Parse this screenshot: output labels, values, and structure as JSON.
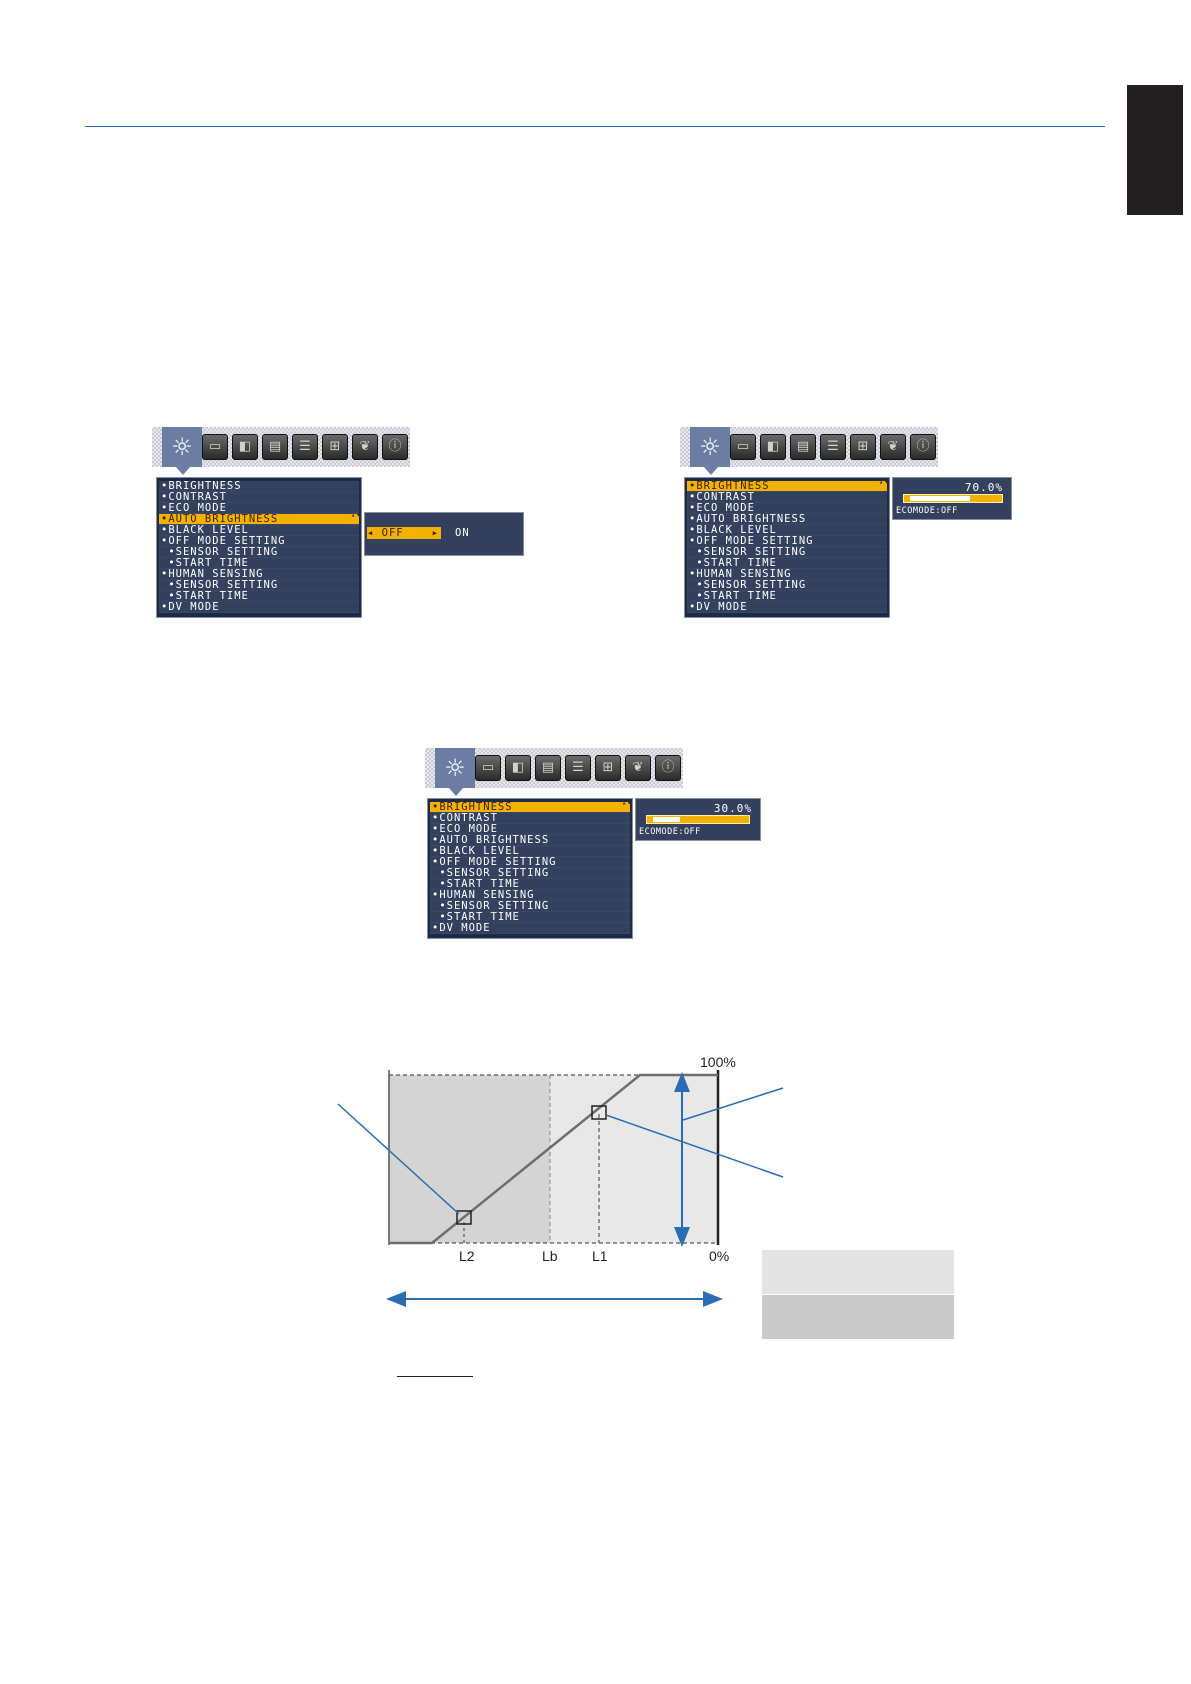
{
  "osd_icons": [
    "sun-icon",
    "picture-icon",
    "split-icon",
    "tray-icon",
    "multi-icon",
    "grid-icon",
    "leaf-icon",
    "info-icon"
  ],
  "menu_items": [
    "BRIGHTNESS",
    "CONTRAST",
    "ECO MODE",
    "AUTO BRIGHTNESS",
    "BLACK LEVEL",
    "OFF MODE SETTING",
    "SENSOR SETTING",
    "START TIME",
    "HUMAN SENSING",
    "SENSOR SETTING",
    "START TIME",
    "DV MODE"
  ],
  "osd1": {
    "selected": "AUTO BRIGHTNESS",
    "option_off": "OFF",
    "option_on": "ON"
  },
  "osd2": {
    "selected": "BRIGHTNESS",
    "value": "70.0%",
    "level": 0.7,
    "eco_label": "ECOMODE:OFF"
  },
  "osd3": {
    "selected": "BRIGHTNESS",
    "value": "30.0%",
    "level": 0.3,
    "eco_label": "ECOMODE:OFF"
  },
  "graph": {
    "top_label": "100%",
    "bottom_label": "0%",
    "x_labels": [
      "L2",
      "Lb",
      "L1"
    ]
  },
  "colors": {
    "accent": "#2a6db5",
    "highlight": "#f3b100",
    "osd_bg": "#33415f"
  }
}
